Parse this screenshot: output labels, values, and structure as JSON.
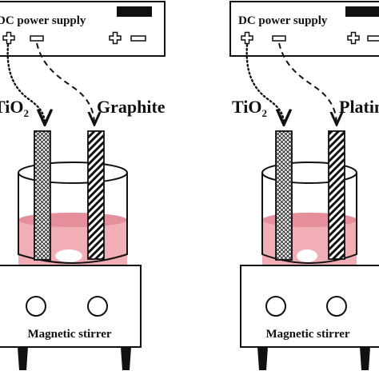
{
  "colors": {
    "solution": "#f1aeb6",
    "solution_top": "#e48f9b",
    "outline": "#111111",
    "display": "#111111",
    "foot": "#111111"
  },
  "setups": [
    {
      "power_supply_label": "DC power supply",
      "positive_terminal_icon": "plus-terminal-icon",
      "negative_terminal_icon": "minus-terminal-icon",
      "anode_label_base": "TiO",
      "anode_label_subscript": "2",
      "anode_pattern": "crosshatch",
      "cathode_label": "Graphite",
      "cathode_pattern": "diagonal-hatch",
      "stirrer_label": "Magnetic stirrer"
    },
    {
      "power_supply_label": "DC power supply",
      "positive_terminal_icon": "plus-terminal-icon",
      "negative_terminal_icon": "minus-terminal-icon",
      "anode_label_base": "TiO",
      "anode_label_subscript": "2",
      "anode_pattern": "crosshatch",
      "cathode_label": "Platinum",
      "cathode_pattern": "diagonal-hatch",
      "stirrer_label": "Magnetic stirrer"
    }
  ]
}
